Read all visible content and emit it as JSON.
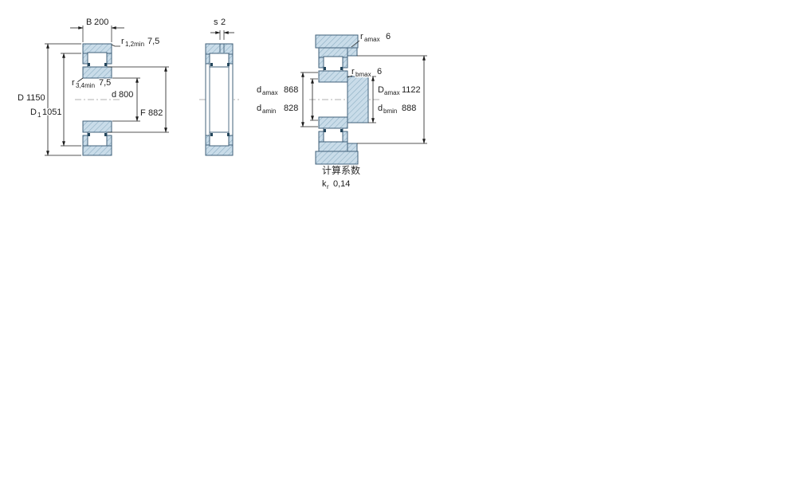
{
  "drawing_title": "cylindrical-roller-bearing-dimension-drawing",
  "colors": {
    "part_fill": "#c9dce9",
    "hatch_line": "#8fb0c4",
    "outline": "#41617a",
    "dimension": "#1c1c1c",
    "dark_detail": "#24465c",
    "background": "#ffffff"
  },
  "view_main": {
    "B": {
      "sym": "B",
      "val": "200"
    },
    "r12": {
      "sym": "r",
      "sub": "1,2min",
      "val": "7,5"
    },
    "r34": {
      "sym": "r",
      "sub": "3,4min",
      "val": "7,5"
    },
    "D": {
      "sym": "D",
      "val": "1150"
    },
    "D1": {
      "sym": "D",
      "sub": "1",
      "val": "1051"
    },
    "d": {
      "sym": "d",
      "val": "800"
    },
    "F": {
      "sym": "F",
      "val": "882"
    }
  },
  "view_side": {
    "s": {
      "sym": "s",
      "val": "2"
    }
  },
  "view_mount": {
    "ra": {
      "sym": "r",
      "sub": "amax",
      "val": "6"
    },
    "rb": {
      "sym": "r",
      "sub": "bmax",
      "val": "6"
    },
    "da_max": {
      "sym": "d",
      "sub": "amax",
      "val": "868"
    },
    "da_min": {
      "sym": "d",
      "sub": "amin",
      "val": "828"
    },
    "Da_max": {
      "sym": "D",
      "sub": "amax",
      "val": "1122"
    },
    "db_min": {
      "sym": "d",
      "sub": "bmin",
      "val": "888"
    }
  },
  "factors": {
    "heading": "计算系数",
    "k": {
      "sym": "k",
      "sub": "r",
      "val": "0,14"
    }
  }
}
